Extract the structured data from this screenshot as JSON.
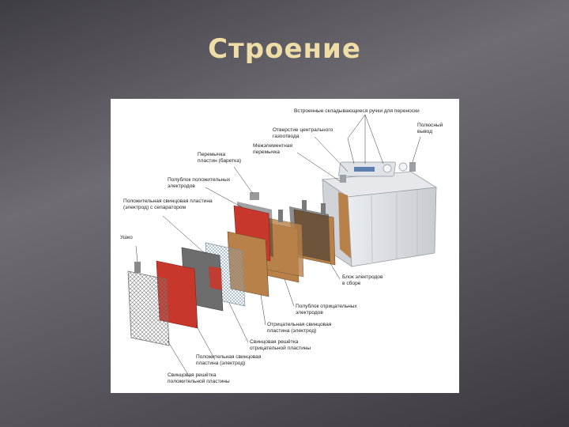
{
  "slide": {
    "title": "Строение",
    "title_color": "#efdca6"
  },
  "diagram": {
    "colors": {
      "positive_plate": "#c8372c",
      "separator_plate": "#6d6d6d",
      "negative_plate": "#b9814a",
      "lead_grid": "#8a8a8a"
    },
    "labels": {
      "handles": "Встроенные складывающиеся ручки для переноски",
      "terminal": "Полюсный\nвывод",
      "gas_vent": "Отверстие центрального\nгазоотвода",
      "cell_connector": "Межэлементная\nперемычка",
      "plate_strap": "Перемычка\nпластин (баретка)",
      "positive_half_block": "Полублок положительных\nэлектродов",
      "positive_plate_with_separator": "Положительная свинцовая пластина\n(электрод) с сепаратором",
      "lug": "Ушко",
      "electrode_block": "Блок электродов\nв сборе",
      "negative_half_block": "Полублок отрицательных\nэлектродов",
      "negative_plate": "Отрицательная свинцовая\nпластина (электрод)",
      "negative_grid": "Свинцовая решётка\nотрицательной пластины",
      "positive_plate": "Положительная свинцовая\nпластина (электрод)",
      "positive_grid": "Свинцовая решётка\nположительной пластины"
    }
  }
}
